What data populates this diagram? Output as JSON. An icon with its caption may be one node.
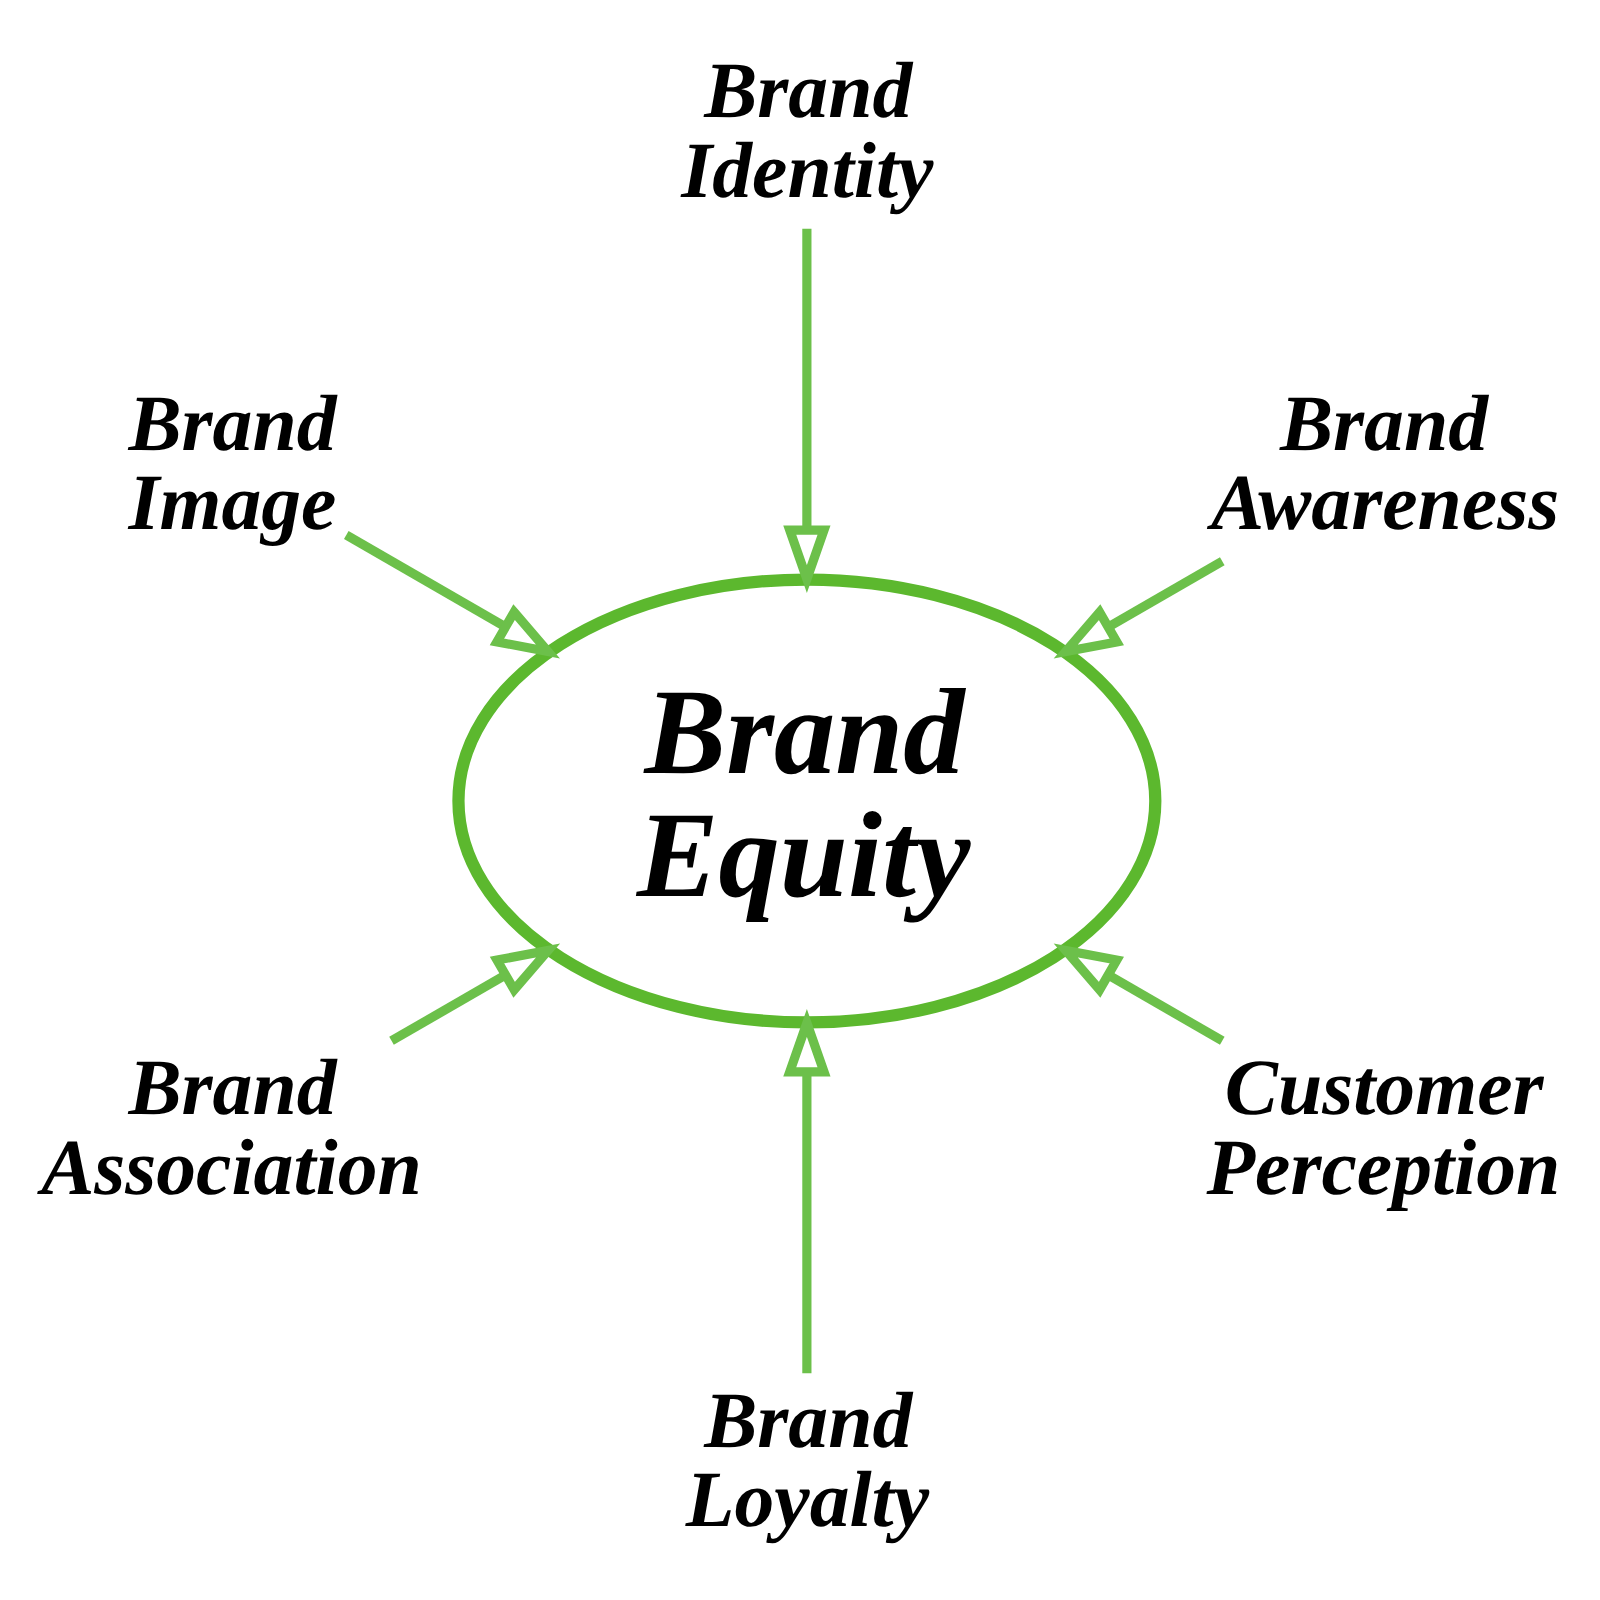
{
  "diagram": {
    "nodes": [
      {
        "text": [
          "Brand Image"
        ]
      },
      {
        "text": [
          "Brand Identity"
        ]
      },
      {
        "text": [
          "Brand Awareness"
        ]
      },
      {
        "text": [
          "Brand Equity"
        ]
      },
      {
        "text": [
          "Brand Association"
        ]
      },
      {
        "text": [
          "Brand Loyalty"
        ]
      },
      {
        "text": [
          "Customer Perception"
        ]
      }
    ],
    "edges": [
      {
        "from": 0,
        "to": 3,
        "arrow": "to"
      },
      {
        "from": 1,
        "to": 3,
        "arrow": "to"
      },
      {
        "from": 2,
        "to": 3,
        "arrow": "to"
      },
      {
        "from": 4,
        "to": 3,
        "arrow": "to"
      },
      {
        "from": 5,
        "to": 3,
        "arrow": "to"
      },
      {
        "from": 6,
        "to": 3,
        "arrow": "to"
      }
    ]
  }
}
